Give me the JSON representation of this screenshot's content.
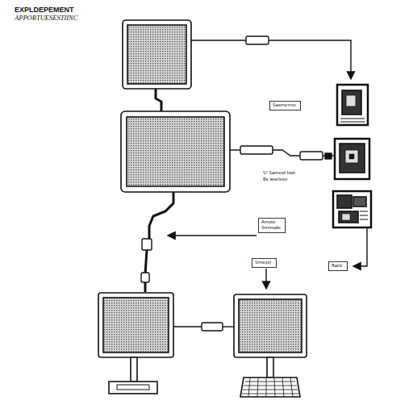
{
  "diagram": {
    "title": "EXPLDEPEMENT",
    "nodes": [
      {
        "text": [
          "Sasmenne"
        ]
      },
      {
        "text": [
          "Amste",
          "Smmsde"
        ]
      },
      {
        "text": [
          "Smsuel"
        ]
      },
      {
        "text": [
          "Rack"
        ]
      }
    ],
    "labels": [
      "APPORTUESESTIINC",
      "S! Samest tsst",
      "Bs wselesn"
    ]
  }
}
